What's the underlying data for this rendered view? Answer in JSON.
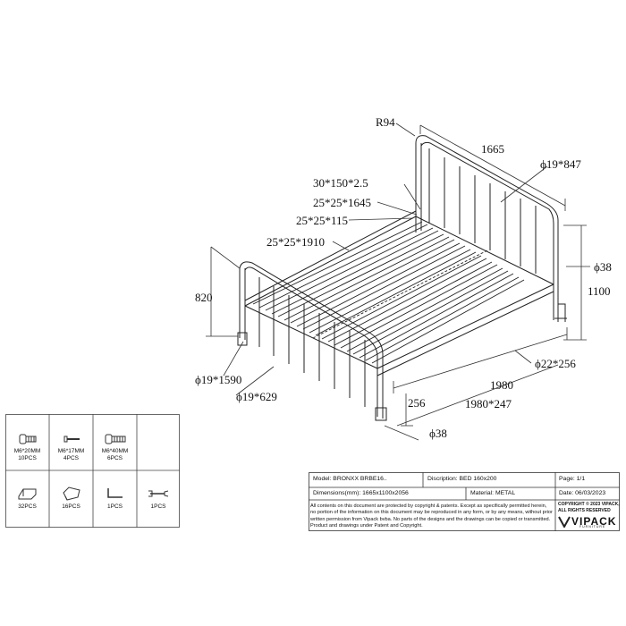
{
  "dimensions": {
    "r94": "R94",
    "width_1665": "1665",
    "tube_19_847": "ϕ19*847",
    "tube_30_150": "30*150*2.5",
    "tube_25_1645": "25*25*1645",
    "tube_25_115": "25*25*115",
    "tube_25_1910": "25*25*1910",
    "height_820": "820",
    "height_1100": "1100",
    "leg_38_top": "ϕ38",
    "tube_19_1590": "ϕ19*1590",
    "tube_19_629": "ϕ19*629",
    "tube_22_256": "ϕ22*256",
    "length_1980": "1980",
    "height_256": "256",
    "tube_1980_247": "1980*247",
    "leg_38_bottom": "ϕ38"
  },
  "parts": [
    {
      "name": "M6*20MM",
      "qty": "10PCS",
      "icon": "bolt-20mm-icon"
    },
    {
      "name": "M6*17MM",
      "qty": "4PCS",
      "icon": "barrel-nut-icon"
    },
    {
      "name": "M6*40MM",
      "qty": "6PCS",
      "icon": "bolt-40mm-icon"
    },
    {
      "name": "",
      "qty": "32PCS",
      "icon": "slat-holder-icon"
    },
    {
      "name": "",
      "qty": "16PCS",
      "icon": "foot-cap-icon"
    },
    {
      "name": "",
      "qty": "1PCS",
      "icon": "allen-key-icon"
    },
    {
      "name": "",
      "qty": "1PCS",
      "icon": "wrench-icon"
    }
  ],
  "title_block": {
    "model": "Model: BRONXX BRBE16..",
    "description": "Discription: BED 160x200",
    "page": "Page: 1/1",
    "dimensions": "Dimensions(mm): 1665x1100x2056",
    "material": "Material: METAL",
    "date": "Date: 06/03/2023",
    "notice": "All contents on this document are protected by copyright & patents. Except as specifically permitted herein, no portion of the information on this document may be reproduced in any form, or by any means, without prior written permission from Vipack bvba. No parts of the designs and the drawings can be copied or transmitted. Product and drawings under Patent and Copyright.",
    "copyright": "COPYRIGHT  © 2023 VIPACK,",
    "rights": "ALL RIGHTS RESERVED",
    "logo": "VIPACK",
    "logo_sub": "FURNITURE"
  }
}
